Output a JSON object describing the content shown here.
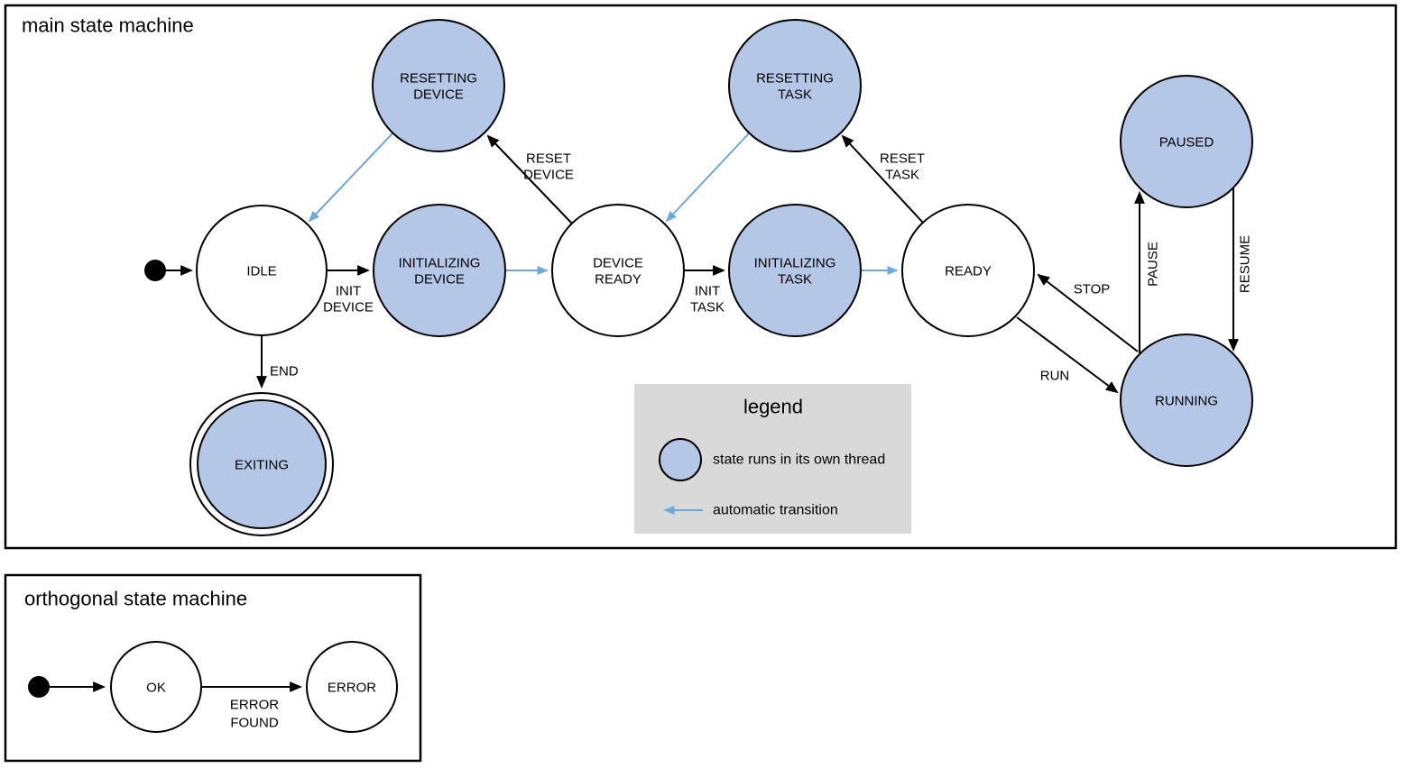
{
  "colors": {
    "threaded_state_fill": "#b5c7e7",
    "state_stroke": "#000000",
    "auto_transition_blue": "#6fa8dc",
    "legend_background": "#d9d9d9"
  },
  "main_machine": {
    "title": "main state machine",
    "states": {
      "idle": {
        "label": "IDLE"
      },
      "resetting_device": {
        "line1": "RESETTING",
        "line2": "DEVICE"
      },
      "initializing_device": {
        "line1": "INITIALIZING",
        "line2": "DEVICE"
      },
      "device_ready": {
        "line1": "DEVICE",
        "line2": "READY"
      },
      "resetting_task": {
        "line1": "RESETTING",
        "line2": "TASK"
      },
      "initializing_task": {
        "line1": "INITIALIZING",
        "line2": "TASK"
      },
      "ready": {
        "label": "READY"
      },
      "paused": {
        "label": "PAUSED"
      },
      "running": {
        "label": "RUNNING"
      },
      "exiting": {
        "label": "EXITING"
      }
    },
    "transitions": {
      "init_device": {
        "line1": "INIT",
        "line2": "DEVICE"
      },
      "reset_device": {
        "line1": "RESET",
        "line2": "DEVICE"
      },
      "init_task": {
        "line1": "INIT",
        "line2": "TASK"
      },
      "reset_task": {
        "line1": "RESET",
        "line2": "TASK"
      },
      "end": {
        "label": "END"
      },
      "stop": {
        "label": "STOP"
      },
      "run": {
        "label": "RUN"
      },
      "pause": {
        "label": "PAUSE"
      },
      "resume": {
        "label": "RESUME"
      }
    }
  },
  "legend": {
    "title": "legend",
    "threaded_state_label": "state runs in its own thread",
    "auto_transition_label": "automatic transition"
  },
  "orthogonal_machine": {
    "title": "orthogonal state machine",
    "states": {
      "ok": {
        "label": "OK"
      },
      "error": {
        "label": "ERROR"
      }
    },
    "transitions": {
      "error_found": {
        "line1": "ERROR",
        "line2": "FOUND"
      }
    }
  }
}
